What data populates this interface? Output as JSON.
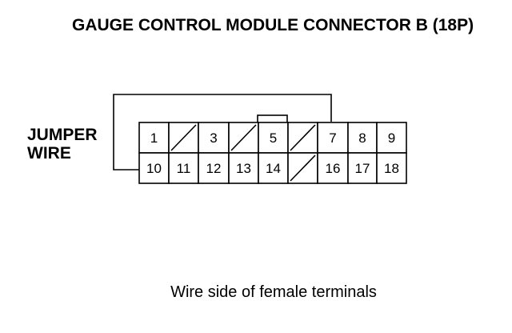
{
  "title": "GAUGE CONTROL MODULE CONNECTOR B (18P)",
  "jumper_label": [
    "JUMPER",
    "WIRE"
  ],
  "caption": "Wire side of female terminals",
  "connector": {
    "rows": [
      [
        "1",
        "",
        "3",
        "",
        "5",
        "",
        "7",
        "8",
        "9"
      ],
      [
        "10",
        "11",
        "12",
        "13",
        "14",
        "",
        "16",
        "17",
        "18"
      ]
    ],
    "empty_cavities": [
      "r0c1",
      "r0c3",
      "r0c5",
      "r1c5"
    ],
    "jumper_between": [
      "7",
      "10"
    ]
  }
}
